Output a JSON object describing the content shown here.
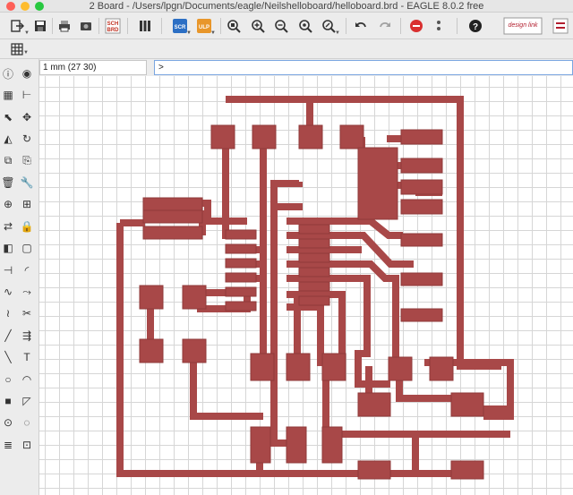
{
  "window": {
    "title": "2 Board - /Users/lpgn/Documents/eagle/Neilshelloboard/helloboard.brd - EAGLE 8.0.2 free"
  },
  "colors": {
    "copper": "#a84848",
    "grid": "#d6d6d6",
    "close": "#fe5f57",
    "minimize": "#febc2e",
    "maximize": "#28c840"
  },
  "toolbar": {
    "icons": [
      "open-icon",
      "save-icon",
      "print-icon",
      "cam-icon",
      "sch-icon",
      "brd-icon",
      "library-icon",
      "scr-icon",
      "ulp-icon",
      "zoom-fit-icon",
      "zoom-in-icon",
      "zoom-out-icon",
      "zoom-redraw-icon",
      "zoom-select-icon",
      "undo-icon",
      "redo-icon",
      "stop-icon",
      "go-icon",
      "help-icon",
      "designlink-icon",
      "element14-icon"
    ],
    "sch_label": "SCH",
    "brd_label": "BRD",
    "scr_label": "SCR",
    "ulp_label": "ULP",
    "designlink_label": "design link"
  },
  "grid_toolbar": {
    "icon": "grid-icon"
  },
  "coordinates": {
    "value": "1 mm (27 30)"
  },
  "command": {
    "value": ">"
  },
  "left_tools": [
    "info-icon",
    "eye-icon",
    "layers-icon",
    "mark-icon",
    "select-icon",
    "move-icon",
    "mirror-icon",
    "rotate-icon",
    "copy-icon",
    "paste-icon",
    "delete-icon",
    "wrench-icon",
    "add-icon",
    "group-icon",
    "replace-icon",
    "lock-icon",
    "smash-icon",
    "value-icon",
    "split-icon",
    "miter-icon",
    "optimize-icon",
    "route-icon",
    "meander-icon",
    "ripup-icon",
    "signal-icon",
    "autoroute-icon",
    "wire-icon",
    "text-icon",
    "circle-icon",
    "arc-icon",
    "rect-icon",
    "polygon-icon",
    "via-icon",
    "hole-icon",
    "drc-icon",
    "errors-icon"
  ]
}
